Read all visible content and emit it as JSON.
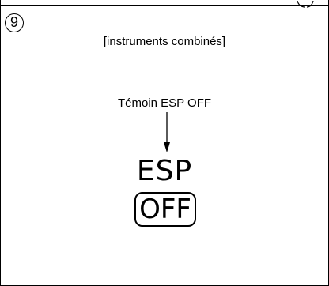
{
  "step": {
    "number": "9"
  },
  "diagram": {
    "caption": "[instruments combinés]",
    "indicator_label": "Témoin ESP OFF",
    "warning_light": {
      "top_text": "ESP",
      "boxed_text": "OFF"
    }
  }
}
